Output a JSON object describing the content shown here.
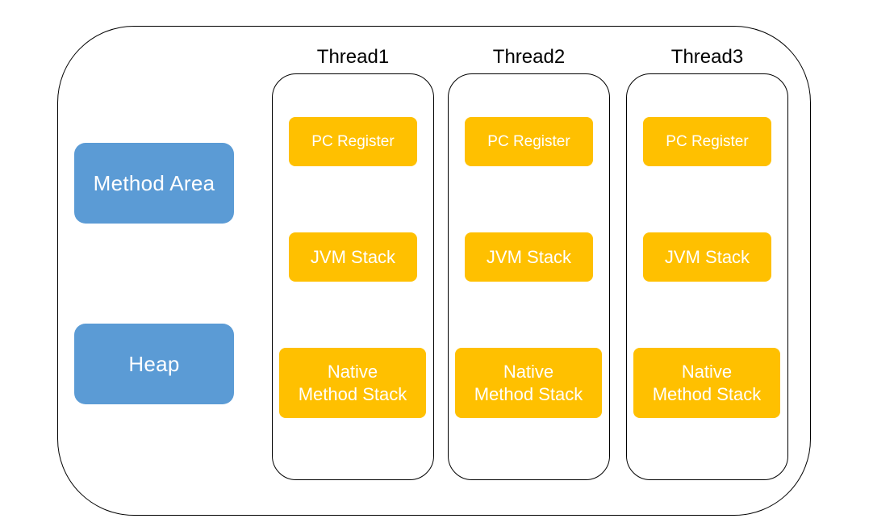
{
  "colors": {
    "shared_area": "#5b9bd5",
    "thread_area": "#ffc000"
  },
  "shared": {
    "method_area": "Method Area",
    "heap": "Heap"
  },
  "threads": [
    {
      "title": "Thread1",
      "pc_register": "PC Register",
      "jvm_stack": "JVM Stack",
      "native_line1": "Native",
      "native_line2": "Method Stack"
    },
    {
      "title": "Thread2",
      "pc_register": "PC Register",
      "jvm_stack": "JVM Stack",
      "native_line1": "Native",
      "native_line2": "Method Stack"
    },
    {
      "title": "Thread3",
      "pc_register": "PC Register",
      "jvm_stack": "JVM Stack",
      "native_line1": "Native",
      "native_line2": "Method Stack"
    }
  ]
}
